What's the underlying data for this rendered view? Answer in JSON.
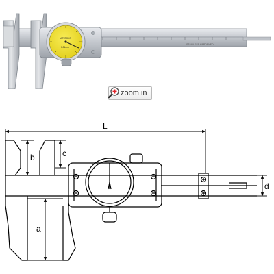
{
  "zoom": {
    "label": "zoom in",
    "icon": "magnifier-plus-icon"
  },
  "dial": {
    "brand_text": "MITUTOYO",
    "unit_text": "0.01mm"
  },
  "beam": {
    "engraving": "STAINLESS HARDENED"
  },
  "diagram": {
    "overall_length_label": "L",
    "jaw_depth_label": "b",
    "inner_jaw_depth_label": "c",
    "outside_jaw_length_label": "a",
    "beam_height_label": "d"
  },
  "colors": {
    "dial_face": "#f2e334",
    "steel": "#c9ccd1",
    "line": "#000000"
  }
}
